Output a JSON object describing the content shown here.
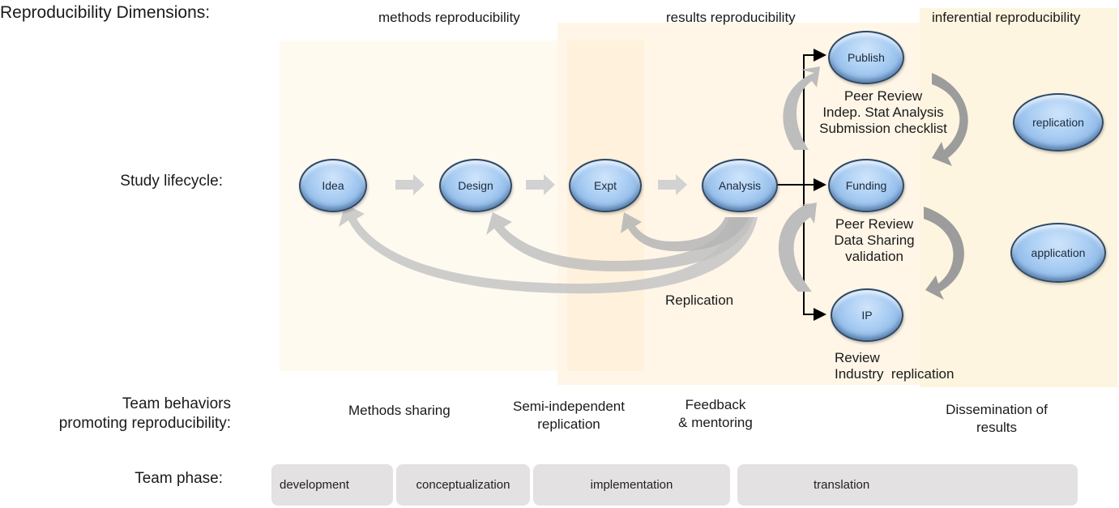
{
  "row_labels": {
    "dimensions": "Reproducibility Dimensions:",
    "lifecycle": "Study lifecycle:",
    "behaviors_line1": "Team behaviors",
    "behaviors_line2": "promoting reproducibility:",
    "phase": "Team phase:"
  },
  "dimensions": {
    "methods": "methods reproducibility",
    "results": "results reproducibility",
    "inferential": "inferential reproducibility"
  },
  "lifecycle_nodes": {
    "idea": "Idea",
    "design": "Design",
    "expt": "Expt",
    "analysis": "Analysis",
    "publish": "Publish",
    "funding": "Funding",
    "ip": "IP",
    "replication": "replication",
    "application": "application"
  },
  "notes": {
    "publish": [
      "Peer Review",
      "Indep.  Stat Analysis",
      "Submission checklist"
    ],
    "funding": [
      "Peer Review",
      "Data Sharing",
      "validation"
    ],
    "ip": [
      "Review",
      "Industry  replication"
    ],
    "replication_loop": "Replication"
  },
  "behaviors": {
    "methods_sharing": "Methods sharing",
    "semi_independent_1": "Semi-independent",
    "semi_independent_2": "replication",
    "feedback_1": "Feedback",
    "feedback_2": "& mentoring",
    "dissemination_1": "Dissemination of",
    "dissemination_2": "results"
  },
  "phases": {
    "development": "development",
    "conceptualization": "conceptualization",
    "implementation": "implementation",
    "translation": "translation"
  },
  "colors": {
    "node_fill": "#a9cdf3",
    "node_border": "#2f4a66",
    "region_bg": "#fff6e6",
    "phase_bg": "#e3e1e1",
    "arrow_gray": "#bdbdbd"
  }
}
